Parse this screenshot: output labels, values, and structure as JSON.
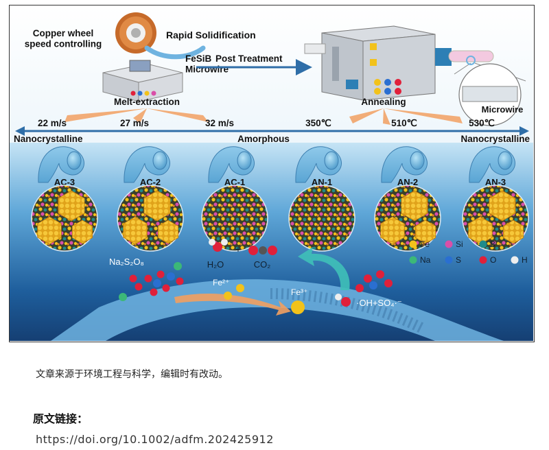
{
  "figure": {
    "top": {
      "copper_wheel": "Copper wheel\nspeed controlling",
      "rapid_solidification": "Rapid Solidification",
      "microwire_material": "FeSiB\nMicrowire",
      "melt_extraction": "Melt-extraction",
      "post_treatment": "Post Treatment",
      "annealing": "Annealing",
      "microwire": "Microwire"
    },
    "axis": {
      "speeds": [
        "22 m/s",
        "27 m/s",
        "32 m/s"
      ],
      "temperatures": [
        "350℃",
        "510℃",
        "530℃"
      ],
      "left_label": "Nanocrystalline",
      "center_label": "Amorphous",
      "right_label": "Nanocrystalline"
    },
    "samples": [
      "AC-3",
      "AC-2",
      "AC-1",
      "AN-1",
      "AN-2",
      "AN-3"
    ],
    "legend": [
      {
        "symbol": "Fe",
        "color": "#f2c21b"
      },
      {
        "symbol": "Si",
        "color": "#d94fa8"
      },
      {
        "symbol": "B",
        "color": "#1f8a8a"
      },
      {
        "symbol": "Na",
        "color": "#3cb878"
      },
      {
        "symbol": "S",
        "color": "#2a6fd1"
      },
      {
        "symbol": "O",
        "color": "#e0203a"
      },
      {
        "symbol": "H",
        "color": "#eeeeee"
      }
    ],
    "reaction": {
      "persulfate": "Na₂S₂O₈",
      "h2o": "H₂O",
      "plus": "+",
      "co2": "CO₂",
      "fe2": "Fe²⁺",
      "fe3": "Fe³⁺",
      "radicals": "·OH+SO₄·⁻"
    }
  },
  "caption": "文章来源于环境工程与科学，编辑时有改动。",
  "source_heading": "原文链接：",
  "doi": "https://doi.org/10.1002/adfm.202425912"
}
